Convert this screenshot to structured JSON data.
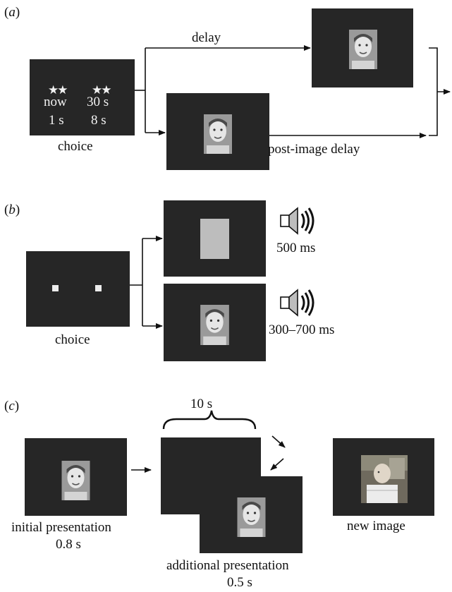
{
  "panel_a": {
    "label_open": "(",
    "label_letter": "a",
    "label_close": ")",
    "stars_left": "★★",
    "stars_right": "★★",
    "now_label": "now",
    "later_label": "30 s",
    "left_duration": "1 s",
    "right_duration": "8 s",
    "choice_label": "choice",
    "delay_label": "delay",
    "post_image_delay_label": "post-image delay"
  },
  "panel_b": {
    "label_open": "(",
    "label_letter": "b",
    "label_close": ")",
    "choice_label": "choice",
    "top_sound_duration": "500 ms",
    "bottom_sound_duration": "300–700 ms"
  },
  "panel_c": {
    "label_open": "(",
    "label_letter": "c",
    "label_close": ")",
    "interval_label": "10 s",
    "initial_label": "initial presentation",
    "initial_duration": "0.8 s",
    "additional_label": "additional presentation",
    "additional_duration": "0.5 s",
    "new_image_label": "new image"
  },
  "colors": {
    "screen": "#262626",
    "arrow": "#111111",
    "stimulus_text": "#f2f2f2",
    "blank_stimulus": "#bdbdbd"
  },
  "icons": [
    "speaker-icon",
    "face-photo",
    "star-icon"
  ]
}
